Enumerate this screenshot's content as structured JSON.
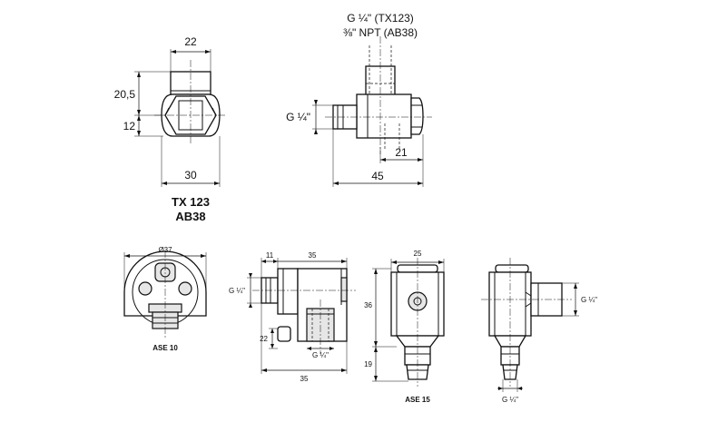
{
  "tx123_front": {
    "dim_width": "22",
    "dim_upper_height": "20,5",
    "dim_lower_height": "12",
    "dim_overall_width": "30"
  },
  "tx123_side": {
    "thread_line_1": "G ¼\" (TX123)",
    "thread_line_2": "⅜\" NPT (AB38)",
    "side_thread": "G ¼\"",
    "dim_offset": "21",
    "dim_overall_length": "45"
  },
  "tx123_caption": {
    "line1": "TX 123",
    "line2": "AB38"
  },
  "ase10": {
    "dim_diameter": "Ø37",
    "caption": "ASE 10"
  },
  "ase10_side": {
    "dim_thread_len": "11",
    "dim_body_len": "35",
    "side_thread": "G ¼\"",
    "dim_height": "22",
    "bottom_thread": "G ¼\"",
    "dim_total": "35"
  },
  "ase15": {
    "dim_width": "25",
    "dim_body_height": "36",
    "dim_stem_height": "19",
    "caption": "ASE 15"
  },
  "ase15_side": {
    "side_thread": "G ¼\"",
    "bottom_thread": "G ¼\""
  }
}
